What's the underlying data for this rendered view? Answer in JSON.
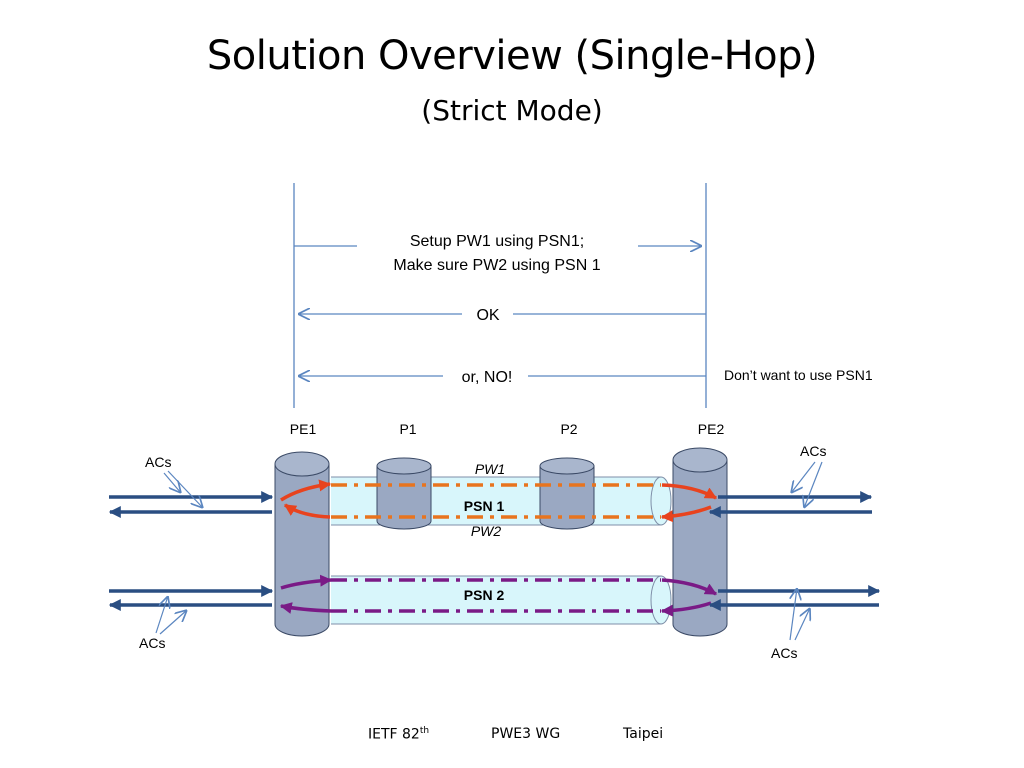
{
  "title": "Solution Overview (Single-Hop)",
  "subtitle": "(Strict Mode)",
  "messages": {
    "setup_line1": "Setup PW1 using PSN1;",
    "setup_line2": "Make sure PW2 using PSN 1",
    "ok": "OK",
    "no": "or, NO!",
    "note": "Don’t want to use PSN1"
  },
  "nodes": {
    "pe1": "PE1",
    "p1": "P1",
    "p2": "P2",
    "pe2": "PE2"
  },
  "labels": {
    "acs_top_left": "ACs",
    "acs_bottom_left": "ACs",
    "acs_top_right": "ACs",
    "acs_bottom_right": "ACs",
    "pw1": "PW1",
    "pw2": "PW2",
    "psn1": "PSN 1",
    "psn2": "PSN 2"
  },
  "colors": {
    "cylinder_fill": "#9aa8c2",
    "cylinder_stroke": "#3b4a66",
    "tunnel_fill": "#d8f6fb",
    "arrow_blue": "#2a4e82",
    "pw1_color": "#e8431e",
    "pw_dash_orange": "#e8741e",
    "pw2_color": "#7a1a86",
    "thin_line": "#5b86c0"
  },
  "footer": {
    "event": "IETF 82",
    "event_sup": "th",
    "group": "PWE3 WG",
    "location": "Taipei"
  }
}
